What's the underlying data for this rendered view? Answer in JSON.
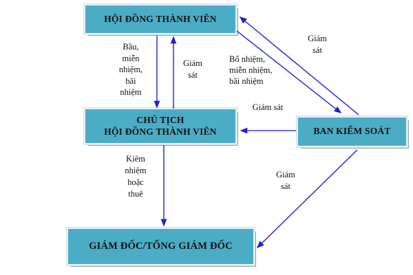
{
  "diagram": {
    "title_meaning": "Company governance structure diagram",
    "colors": {
      "background": "#ffffff",
      "box_fill": "#4bacc6",
      "box_border_light": "#e9f1f5",
      "box_shadow": "#98a2a6",
      "arrow": "#3333cc",
      "text": "#101010"
    },
    "nodes": {
      "members_council": {
        "label": "HỘI ĐỒNG THÀNH VIÊN"
      },
      "chairman": {
        "label": "CHỦ TỊCH\nHỘI ĐỒNG THÀNH VIÊN"
      },
      "supervisory_board": {
        "label": "BAN KIỂM SOÁT"
      },
      "director": {
        "label": "GIÁM ĐỐC/TỔNG GIÁM ĐỐC"
      }
    },
    "edge_labels": {
      "elect_dismiss": "Bầu,\nmiễn\nnhiệm,\nbãi\nnhiệm",
      "supervise_chairman_to_council": "Giám\nsát",
      "appoint_dismiss": "Bổ nhiệm,\nmiễn nhiệm,\nbãi nhiệm",
      "supervise_board_to_council": "Giám\nsát",
      "supervise_board_to_chairman": "Giám sát",
      "concurrent_or_hire": "Kiêm\nnhiệm\nhoặc\nthuê",
      "supervise_board_to_director": "Giám\nsát"
    }
  }
}
